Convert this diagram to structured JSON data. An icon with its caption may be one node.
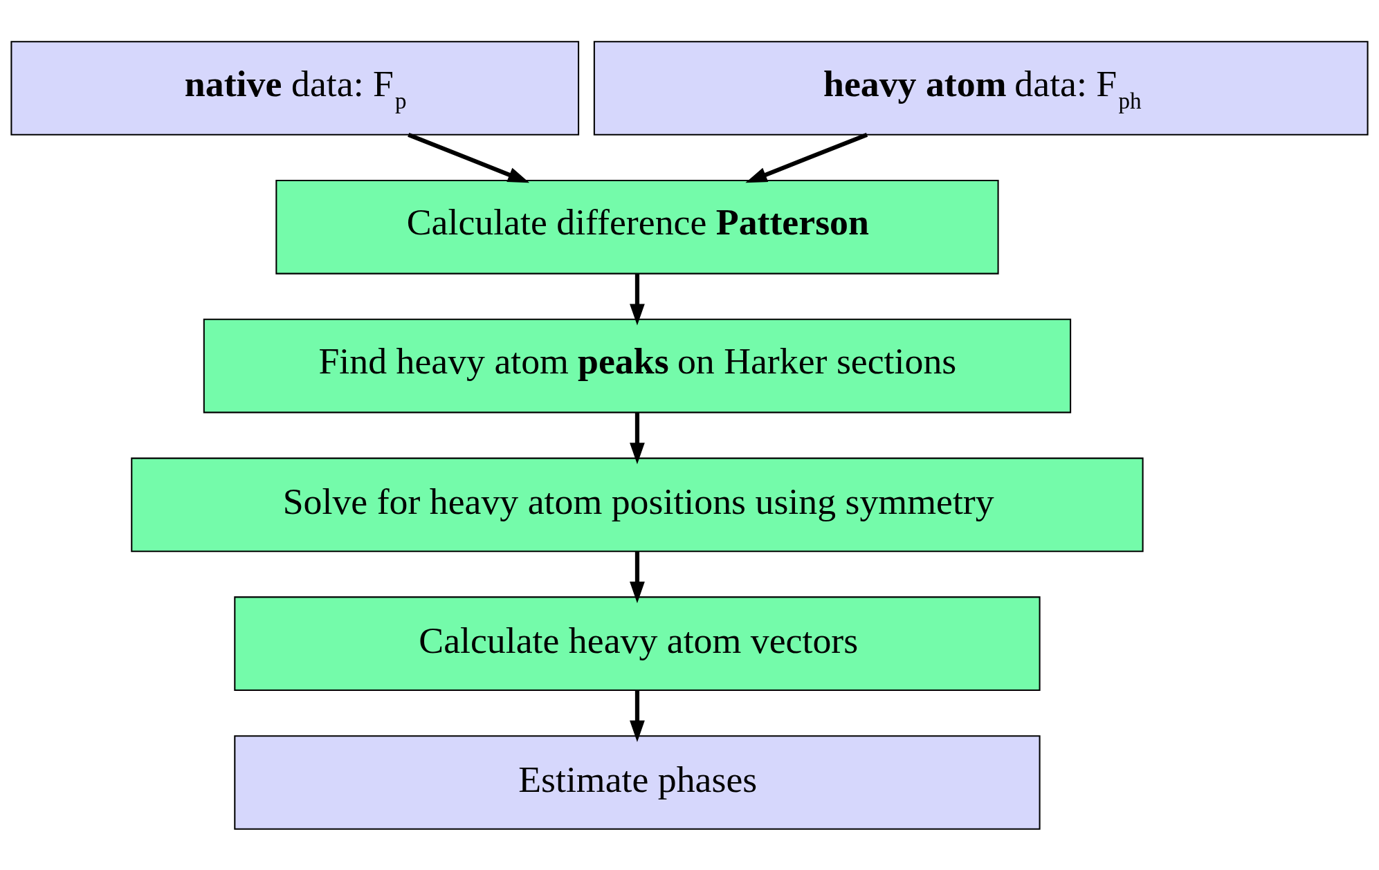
{
  "diagram": {
    "nodes": [
      {
        "text": [
          "**native** data: F$_{p}$"
        ]
      },
      {
        "text": [
          "**heavy atom** data: F$_{ph}$"
        ]
      },
      {
        "text": [
          "Calculate difference **Patterson**"
        ]
      },
      {
        "text": [
          "Find heavy atom **peaks** on Harker sections"
        ]
      },
      {
        "text": [
          "Solve for heavy atom positions using symmetry"
        ]
      },
      {
        "text": [
          "Calculate heavy atom vectors"
        ]
      },
      {
        "text": [
          "Estimate phases"
        ]
      }
    ],
    "edges": [
      {
        "from": 0,
        "to": 2,
        "arrow": "to"
      },
      {
        "from": 1,
        "to": 2,
        "arrow": "to"
      },
      {
        "from": 2,
        "to": 3,
        "arrow": "to"
      },
      {
        "from": 3,
        "to": 4,
        "arrow": "to"
      },
      {
        "from": 4,
        "to": 5,
        "arrow": "to"
      },
      {
        "from": 5,
        "to": 6,
        "arrow": "to"
      }
    ]
  }
}
